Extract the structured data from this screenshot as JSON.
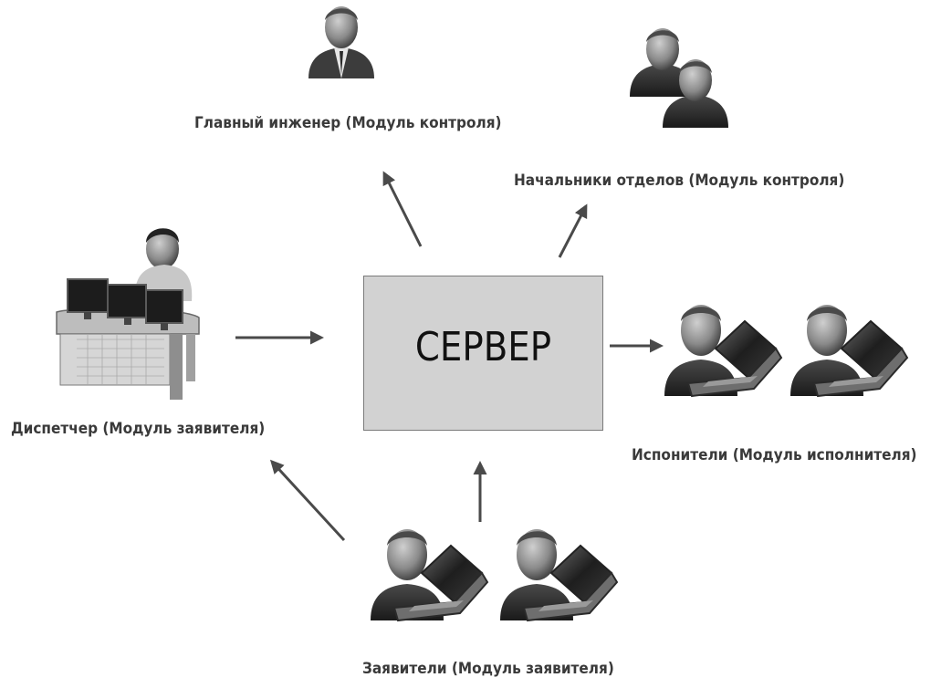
{
  "server": {
    "label": "СЕРВЕР"
  },
  "nodes": {
    "chief_engineer": "Главный инженер (Модуль контроля)",
    "department_heads": "Начальники отделов (Модуль контроля)",
    "dispatcher": "Диспетчер (Модуль заявителя)",
    "executors": "Испонители (Модуль исполнителя)",
    "applicants": "Заявители (Модуль заявителя)"
  },
  "colors": {
    "server_fill": "#d2d2d2",
    "server_border": "#7a7a7a",
    "arrow": "#4a4a4a",
    "text": "#3a3a3a"
  },
  "icons": {
    "chief_engineer": "businessman-icon",
    "department_heads": "user-group-icon",
    "dispatcher": "dispatcher-workstation-icon",
    "executors": "user-laptop-icon",
    "applicants": "user-laptop-icon"
  }
}
